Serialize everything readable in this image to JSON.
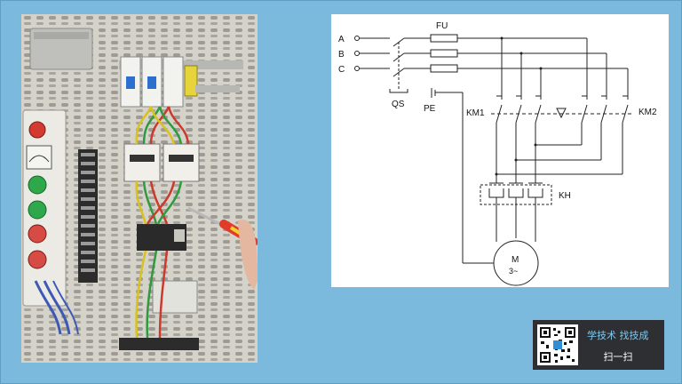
{
  "diagram": {
    "phases": [
      "A",
      "B",
      "C"
    ],
    "fuse_label": "FU",
    "switch_label": "QS",
    "ground_label": "PE",
    "contactor1_label": "KM1",
    "contactor2_label": "KM2",
    "relay_label": "KH",
    "motor_label": "M",
    "motor_sub": "3~"
  },
  "promo": {
    "slogan": "学技术 找技成",
    "action": "扫一扫"
  },
  "colors": {
    "background": "#7bb9dd",
    "promo_bg": "#2d2f33",
    "promo_accent": "#7ec9f0"
  }
}
